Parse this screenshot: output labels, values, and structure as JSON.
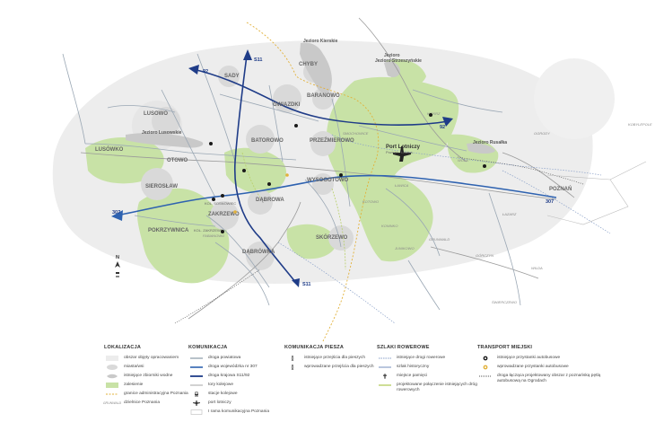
{
  "map": {
    "colors": {
      "green": "#c8e2a6",
      "study_area": "#ececec",
      "lake": "#cfcfcf",
      "district_road": "#9aa7b4",
      "voivodeship_road": "#2e62b0",
      "national_road": "#1f3c88",
      "railway": "#9a9a9a",
      "admin_border": "#e2b13a",
      "bike_route": "#8aa0c8",
      "bike_connection": "#b8cf6a",
      "bus_stop_existing": "#1a1a1a",
      "bus_stop_planned": "#e2b13a"
    },
    "places": {
      "sady": "SADY",
      "chyby": "CHYBY",
      "baranowo": "BARANOWO",
      "lusowo": "LUSOWO",
      "lusowko": "LUSÓWKO",
      "gwiazdki": "GWIAZDKI",
      "batorowo": "BATOROWO",
      "przezmierowo": "PRZEŹMIEROWO",
      "otowo": "OTOWO",
      "sieroslaw": "SIEROSŁAW",
      "dabrowa": "DĄBROWA",
      "wysogotowo": "WYSOGOTOWO",
      "zakrzewo": "ZAKRZEWO",
      "pokrzywnica": "POKRZYWNICA",
      "skorzewo": "SKÓRZEWO",
      "dabrowka": "DĄBRÓWKA",
      "poznan": "POZNAŃ",
      "kiekrz": "KIEKRZ",
      "wola": "WOLA",
      "lawica": "ŁAWICA",
      "lazarz": "ŁAZARZ",
      "junikowo": "JUNIKOWO",
      "grunwald": "GRUNWALD",
      "gorczyn": "GÓRCZYN",
      "wilda": "WILDA",
      "swierczewo": "ŚWIERCZEWO",
      "smochowice": "SMOCHOWICE",
      "fabianowo": "FABIANOWO",
      "kotowo": "KOTOWO",
      "koninko": "KONINKO",
      "zakrzewo_n": "ZAKRZEWO",
      "lawica_w": "ŁAWICA",
      "ogrody": "OGRODY",
      "kwiatowe": "KWIATOWE",
      "kobylepole": "KOBYLEPOLE",
      "ognisko": "OGNISKO",
      "stare_winogrady": "STARE WINOGRADY",
      "rosnowko": "ROSNOWKO",
      "kol_sosnowiec": "KOL. SOSNOWIEC",
      "kol_zakrzewo": "KOL. ZAKRZEWO"
    },
    "lakes": {
      "kierskie": "Jezioro Kierskie",
      "strzeszynskie": "Jezioro Strzeszyńskie",
      "lusowskie": "Jezioro Lusowskie",
      "rusalka": "Jezioro Rusałka"
    },
    "airport": {
      "name": "Port Lotniczy",
      "sub": "Poznań - Ławica"
    },
    "roads": {
      "r307_w": "307",
      "r307_e": "307",
      "r92_w": "92",
      "r92_e": "92",
      "s11_n": "S11",
      "s11_s": "S11"
    }
  },
  "legend": {
    "lokalizacja": {
      "title": "LOKALIZACJA",
      "items": [
        "obszar objęty opracowaniem",
        "miasta/wsi",
        "istniejące zbiorniki wodne",
        "zalesienie",
        "granice administracyjna Poznania",
        "dzielnice Poznania"
      ],
      "district_marker": "GRUNWALD"
    },
    "komunikacja": {
      "title": "KOMUNIKACJA",
      "items": [
        "droga powiatowa",
        "droga wojewódzka nr 307",
        "droga krajowa S11/92",
        "tory kolejowe",
        "stacje kolejowe",
        "port lotniczy",
        "I rama komunikacyjna Poznania"
      ]
    },
    "piesza": {
      "title": "KOMUNIKACJA PIESZA",
      "items": [
        "istniejące przejścia dla pieszych",
        "wprowadzane przejścia dla pieszych"
      ]
    },
    "rowerowe": {
      "title": "SZLAKI ROWEROWE",
      "items": [
        "istniejące drogi rowerowe",
        "szlak historyczny",
        "miejsce pamięci",
        "projektowane połączenie istniejących dróg rowerowych"
      ]
    },
    "transport": {
      "title": "TRANSPORT MIEJSKI",
      "items": [
        "istniejące przystanki autobusowe",
        "wprowadzane przystanki autobusowe",
        "droga łącząca projektowany obszar z poznańską pętlą autobusową na Ogrodach"
      ]
    }
  },
  "compass": {
    "north": "N"
  }
}
